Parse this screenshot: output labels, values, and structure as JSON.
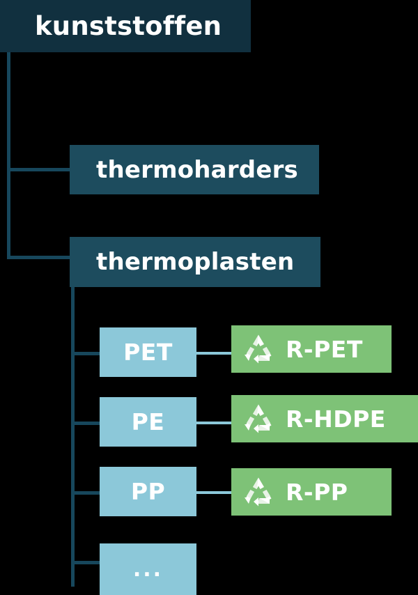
{
  "diagram": {
    "title": "kunststoffen",
    "type": "tree",
    "colors": {
      "background": "#000000",
      "root_box": "#11303f",
      "branch_box": "#1d4c5e",
      "polymer_box": "#8cc8d9",
      "recycled_box": "#7ec277",
      "connector_dark": "#17475c",
      "connector_light": "#8cc8d9",
      "text": "#ffffff"
    },
    "root": {
      "label": "kunststoffen"
    },
    "branches": [
      {
        "label": "thermoharders"
      },
      {
        "label": "thermoplasten"
      }
    ],
    "polymers": [
      {
        "label": "PET",
        "recycled": {
          "label": "R-PET",
          "icon": "recycling-icon"
        }
      },
      {
        "label": "PE",
        "recycled": {
          "label": "R-HDPE",
          "icon": "recycling-icon"
        }
      },
      {
        "label": "PP",
        "recycled": {
          "label": "R-PP",
          "icon": "recycling-icon"
        }
      },
      {
        "label": "...",
        "recycled": null
      }
    ]
  }
}
